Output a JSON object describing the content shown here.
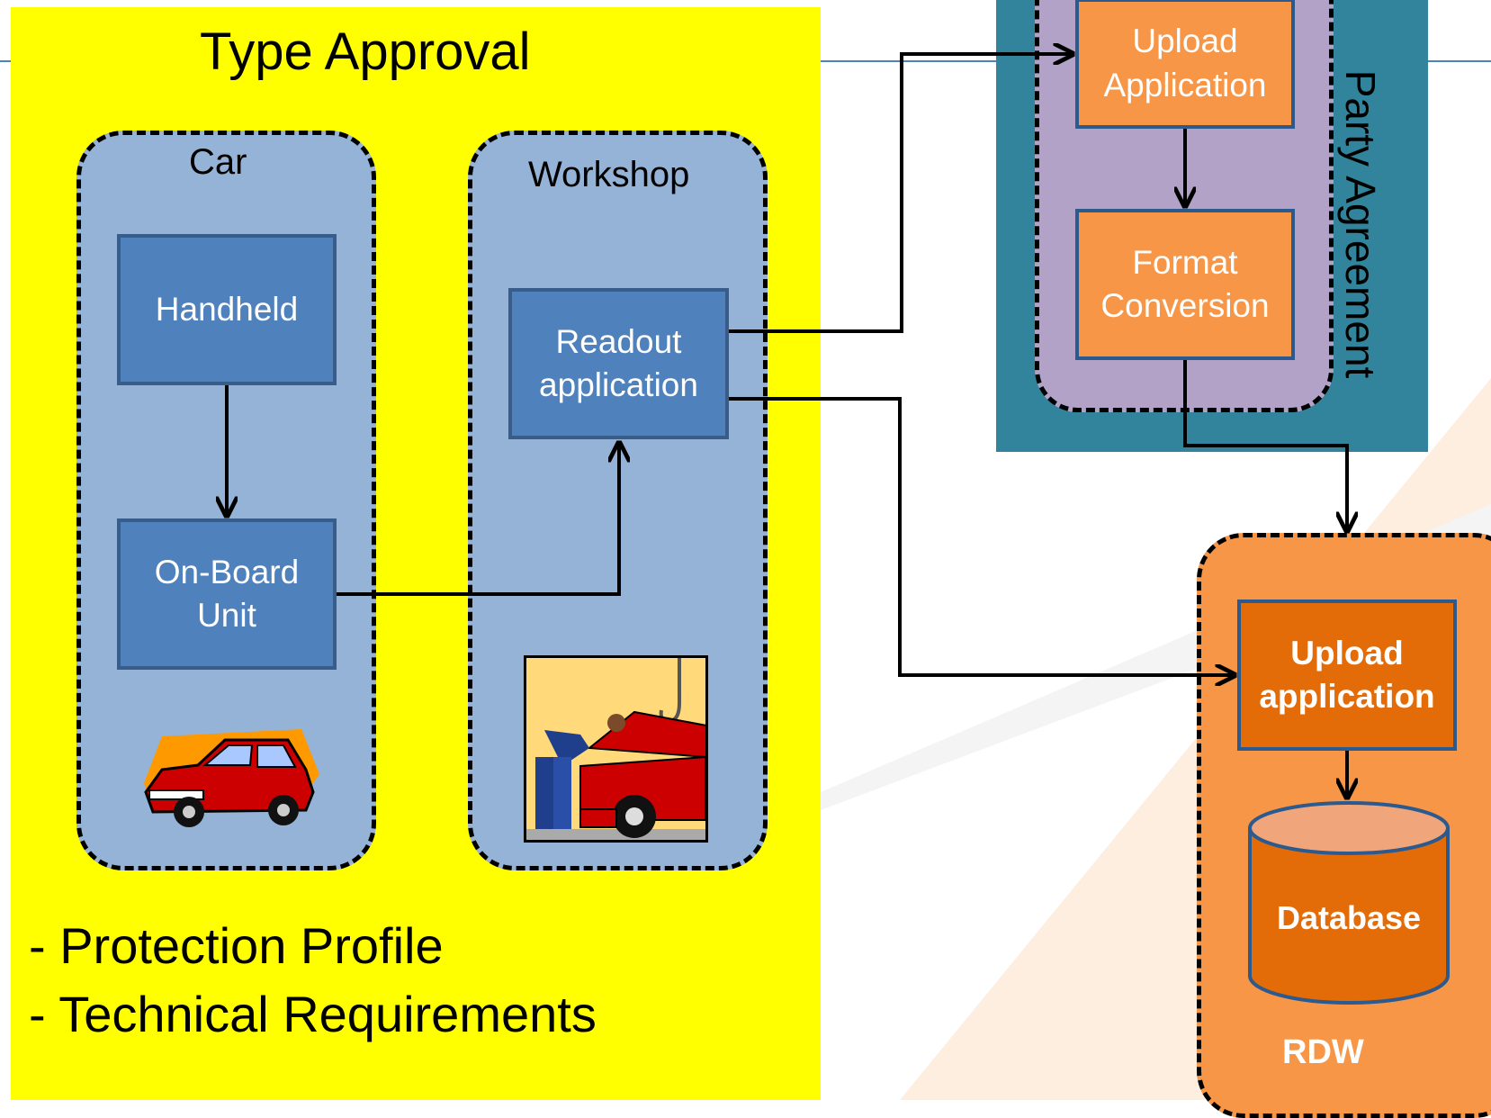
{
  "type_approval": {
    "title": "Type Approval",
    "car_label": "Car",
    "workshop_label": "Workshop",
    "bullets": [
      "- Protection Profile",
      "- Technical Requirements"
    ]
  },
  "third_party": {
    "side_label": "Party Agreement"
  },
  "nodes": {
    "handheld": "Handheld",
    "obu": "On-Board\nUnit",
    "readout": "Readout\napplication",
    "upload_tp": "Upload\nApplication",
    "format": "Format\nConversion",
    "upload_rdw": "Upload\napplication",
    "database": "Database"
  },
  "rdw_label": "RDW",
  "colors": {
    "type_approval_bg": "#ffff00",
    "zone_blue": "#95b3d7",
    "box_blue": "#4f81bd",
    "teal": "#31849b",
    "lavender": "#b2a2c7",
    "orange": "#f79646",
    "dark_orange": "#e36c09"
  },
  "icons": [
    "car-clipart-icon",
    "mechanic-clipart-icon"
  ]
}
